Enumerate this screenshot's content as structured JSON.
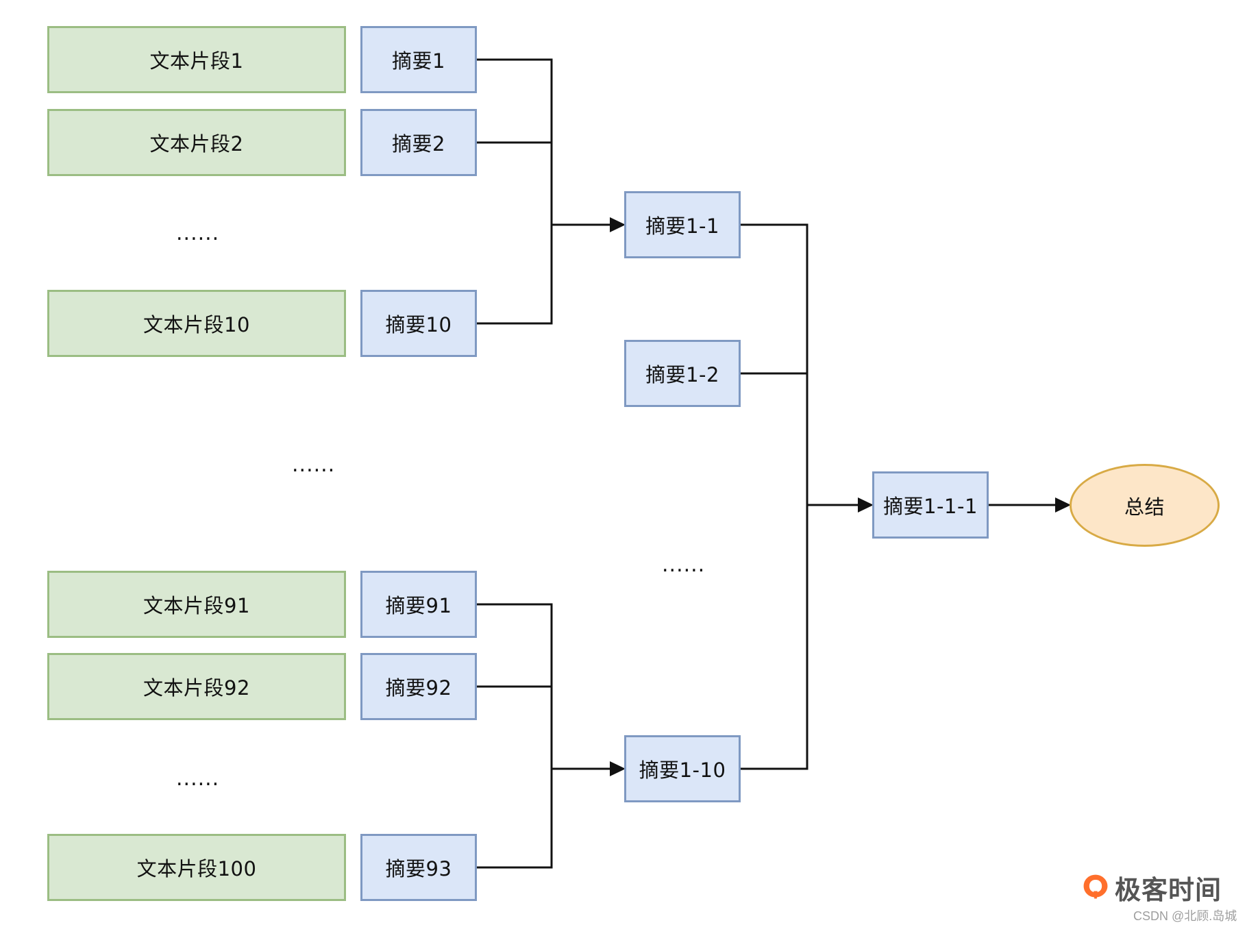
{
  "diagram": {
    "chunks": [
      "文本片段1",
      "文本片段2",
      "文本片段10",
      "文本片段91",
      "文本片段92",
      "文本片段100"
    ],
    "first_level_summaries": [
      "摘要1",
      "摘要2",
      "摘要10",
      "摘要91",
      "摘要92",
      "摘要93"
    ],
    "second_level_summaries": [
      "摘要1-1",
      "摘要1-2",
      "摘要1-10"
    ],
    "third_level_summary": "摘要1-1-1",
    "final_output": "总结",
    "ellipsis": "......",
    "colors": {
      "chunk_fill": "#d9e8d2",
      "chunk_border": "#9bbd83",
      "summary_fill": "#dbe6f8",
      "summary_border": "#7f99c2",
      "final_fill": "#fde6c8",
      "final_border": "#d8aa45"
    }
  },
  "branding": {
    "logo_icon": "geektime-logo-icon",
    "logo_text": "极客时间",
    "watermark": "CSDN @北顾.岛城"
  }
}
